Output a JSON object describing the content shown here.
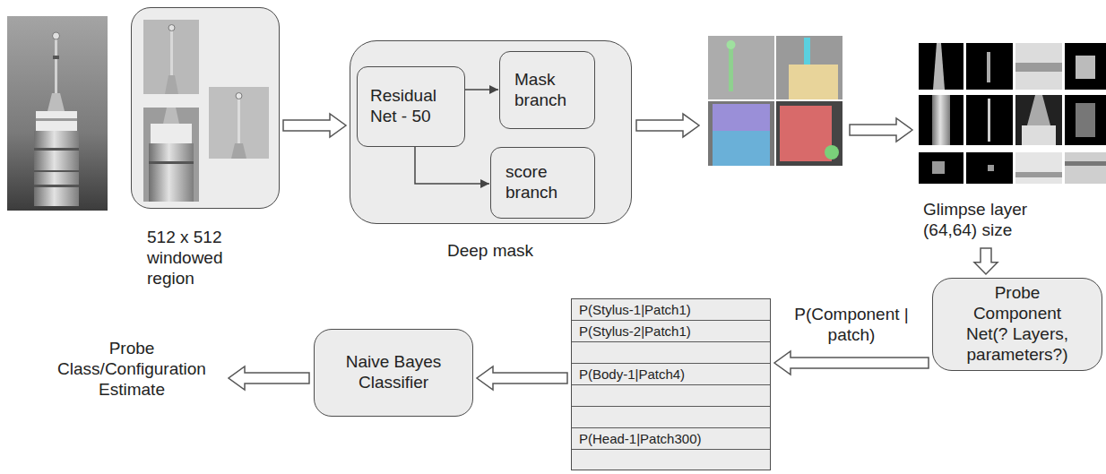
{
  "diagram": {
    "nodes": [
      {
        "text": [
          "512 x 512 windowed region"
        ]
      },
      {
        "text": [
          "Deep mask"
        ]
      },
      {
        "text": [
          "Residual Net - 50"
        ],
        "in": 1
      },
      {
        "text": [
          "Mask branch"
        ],
        "in": 1
      },
      {
        "text": [
          "score branch"
        ],
        "in": 1
      },
      {
        "text": [
          "Glimpse layer (64,64) size"
        ]
      },
      {
        "text": [
          "Probe Component Net(? Layers, parameters?)"
        ]
      },
      {
        "text": [
          "P(Stylus-1|Patch1)",
          "P(Stylus-2|Patch1)",
          "P(Body-1|Patch4)",
          "P(Head-1|Patch300)"
        ]
      },
      {
        "text": [
          "Naive Bayes Classifier"
        ]
      }
    ],
    "edges": [
      {
        "from": 0,
        "to": 1,
        "arrow": "to"
      },
      {
        "from": 2,
        "to": 3,
        "arrow": "to"
      },
      {
        "from": 2,
        "to": 4,
        "arrow": "to"
      },
      {
        "from": 5,
        "to": 6,
        "arrow": "to"
      },
      {
        "from": 6,
        "to": 7,
        "label": "P(Component | patch)",
        "arrow": "to"
      },
      {
        "from": 7,
        "to": 8,
        "arrow": "to"
      }
    ],
    "labels": [
      "Probe Class/Configuration Estimate"
    ]
  }
}
